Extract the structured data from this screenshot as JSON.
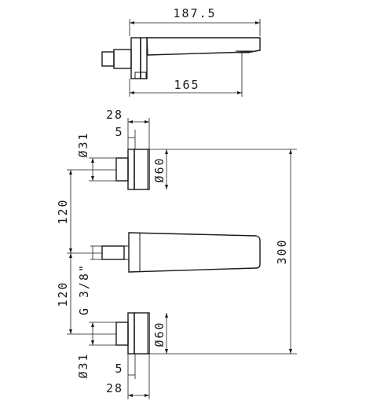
{
  "dimensions": {
    "top_total_length": "187.5",
    "top_spout_length": "165",
    "upper_flange_depth": "28",
    "upper_flange_step": "5",
    "upper_stem_diameter": "Ø31",
    "upper_flange_diameter": "Ø60",
    "upper_spacing": "120",
    "lower_spacing": "120",
    "thread_size": "G 3/8\"",
    "overall_height": "300",
    "lower_flange_diameter": "Ø60",
    "lower_stem_diameter": "Ø31",
    "lower_flange_step": "5",
    "lower_flange_depth": "28"
  }
}
